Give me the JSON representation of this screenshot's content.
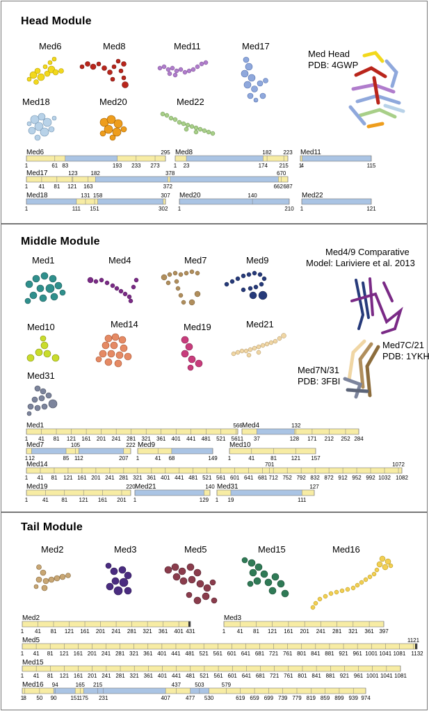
{
  "head": {
    "title": "Head Module",
    "structure_title_1": "Med Head",
    "structure_title_2": "PDB: 4GWP",
    "proteins": [
      {
        "name": "Med6",
        "color": "#f2d81c"
      },
      {
        "name": "Med8",
        "color": "#b9251b"
      },
      {
        "name": "Med11",
        "color": "#b07ccc"
      },
      {
        "name": "Med17",
        "color": "#8fa8dc"
      },
      {
        "name": "Med18",
        "color": "#b8d2e8"
      },
      {
        "name": "Med20",
        "color": "#ee9d1c"
      },
      {
        "name": "Med22",
        "color": "#a8cf88"
      }
    ],
    "tracks": [
      {
        "name": "Med6",
        "top": [
          "295"
        ],
        "bottom": [
          "1",
          "61",
          "83",
          "193",
          "233",
          "273"
        ]
      },
      {
        "name": "Med8",
        "top": [
          "182",
          "223"
        ],
        "bottom": [
          "1",
          "23",
          "174",
          "215"
        ]
      },
      {
        "name": "Med11",
        "top": [],
        "bottom": [
          "1",
          "4",
          "115"
        ]
      },
      {
        "name": "Med17",
        "top": [
          "123",
          "182",
          "378",
          "670"
        ],
        "bottom": [
          "1",
          "41",
          "81",
          "121",
          "163",
          "372",
          "662",
          "687"
        ]
      },
      {
        "name": "Med18",
        "top": [
          "131",
          "158",
          "307"
        ],
        "bottom": [
          "1",
          "111",
          "151",
          "302"
        ]
      },
      {
        "name": "Med20",
        "top": [
          "140"
        ],
        "bottom": [
          "1",
          "210"
        ]
      },
      {
        "name": "Med22",
        "top": [],
        "bottom": [
          "1",
          "121"
        ]
      }
    ]
  },
  "middle": {
    "title": "Middle Module",
    "model_title_1": "Med4/9 Comparative",
    "model_title_2": "Model: Lariviere et al. 2013",
    "med7c_1": "Med7C/21",
    "med7c_2": "PDB: 1YKH",
    "med7n_1": "Med7N/31",
    "med7n_2": "PDB: 3FBI",
    "proteins": [
      {
        "name": "Med1",
        "color": "#2f8f8c"
      },
      {
        "name": "Med4",
        "color": "#7a2a86"
      },
      {
        "name": "Med7",
        "color": "#b08e5c"
      },
      {
        "name": "Med9",
        "color": "#263a7a"
      },
      {
        "name": "Med10",
        "color": "#c9dc2c"
      },
      {
        "name": "Med14",
        "color": "#e58a64"
      },
      {
        "name": "Med19",
        "color": "#c83c7c"
      },
      {
        "name": "Med21",
        "color": "#f0d6a4"
      },
      {
        "name": "Med31",
        "color": "#7c849c"
      }
    ],
    "tracks": [
      {
        "name": "Med1",
        "top": [
          "566"
        ],
        "bottom": [
          "1",
          "41",
          "81",
          "121",
          "161",
          "201",
          "241",
          "281",
          "321",
          "361",
          "401",
          "441",
          "481",
          "521",
          "561"
        ]
      },
      {
        "name": "Med4",
        "top": [
          "132"
        ],
        "bottom": [
          "1",
          "37",
          "128",
          "171",
          "212",
          "252",
          "284"
        ]
      },
      {
        "name": "Med7",
        "top": [
          "105",
          "222"
        ],
        "bottom": [
          "1",
          "12",
          "85",
          "112",
          "207"
        ]
      },
      {
        "name": "Med9",
        "top": [],
        "bottom": [
          "1",
          "41",
          "68",
          "149"
        ]
      },
      {
        "name": "Med10",
        "top": [],
        "bottom": [
          "1",
          "41",
          "81",
          "121",
          "157"
        ]
      },
      {
        "name": "Med14",
        "top": [
          "701",
          "1072"
        ],
        "bottom": [
          "1",
          "41",
          "81",
          "121",
          "161",
          "201",
          "241",
          "281",
          "321",
          "361",
          "401",
          "441",
          "481",
          "521",
          "561",
          "601",
          "641",
          "681",
          "712",
          "752",
          "792",
          "832",
          "872",
          "912",
          "952",
          "992",
          "1032",
          "1082"
        ]
      },
      {
        "name": "Med19",
        "top": [
          "220"
        ],
        "bottom": [
          "1",
          "41",
          "81",
          "121",
          "161",
          "201"
        ]
      },
      {
        "name": "Med21",
        "top": [
          "140"
        ],
        "bottom": [
          "1",
          "129"
        ]
      },
      {
        "name": "Med31",
        "top": [
          "127"
        ],
        "bottom": [
          "1",
          "19",
          "111"
        ]
      }
    ]
  },
  "tail": {
    "title": "Tail Module",
    "proteins": [
      {
        "name": "Med2",
        "color": "#c8a674"
      },
      {
        "name": "Med3",
        "color": "#4a2c80"
      },
      {
        "name": "Med5",
        "color": "#8a3c4c"
      },
      {
        "name": "Med15",
        "color": "#2f7a56"
      },
      {
        "name": "Med16",
        "color": "#f2cf52"
      }
    ],
    "tracks": [
      {
        "name": "Med2",
        "top": [],
        "bottom": [
          "1",
          "41",
          "81",
          "121",
          "161",
          "201",
          "241",
          "281",
          "321",
          "361",
          "401",
          "431"
        ]
      },
      {
        "name": "Med3",
        "top": [],
        "bottom": [
          "1",
          "41",
          "81",
          "121",
          "161",
          "201",
          "241",
          "281",
          "321",
          "361",
          "397"
        ]
      },
      {
        "name": "Med5",
        "top": [
          "1121"
        ],
        "bottom": [
          "1",
          "41",
          "81",
          "121",
          "161",
          "201",
          "241",
          "281",
          "321",
          "361",
          "401",
          "441",
          "481",
          "521",
          "561",
          "601",
          "641",
          "681",
          "721",
          "761",
          "801",
          "841",
          "881",
          "921",
          "961",
          "1001",
          "1041",
          "1081",
          "1132"
        ]
      },
      {
        "name": "Med15",
        "top": [],
        "bottom": [
          "1",
          "41",
          "81",
          "121",
          "161",
          "201",
          "241",
          "281",
          "321",
          "361",
          "401",
          "441",
          "481",
          "521",
          "561",
          "601",
          "641",
          "681",
          "721",
          "761",
          "801",
          "841",
          "881",
          "921",
          "961",
          "1001",
          "1041",
          "1081"
        ]
      },
      {
        "name": "Med16",
        "top": [
          "94",
          "165",
          "215",
          "437",
          "503",
          "579"
        ],
        "bottom": [
          "1",
          "8",
          "50",
          "90",
          "151",
          "175",
          "231",
          "407",
          "477",
          "530",
          "619",
          "659",
          "699",
          "739",
          "779",
          "819",
          "859",
          "899",
          "939",
          "974"
        ]
      }
    ]
  },
  "colors": {
    "known": "#aac4e4",
    "model": "#f7eca4",
    "end": "#333333",
    "border": "#7a7a7a"
  }
}
